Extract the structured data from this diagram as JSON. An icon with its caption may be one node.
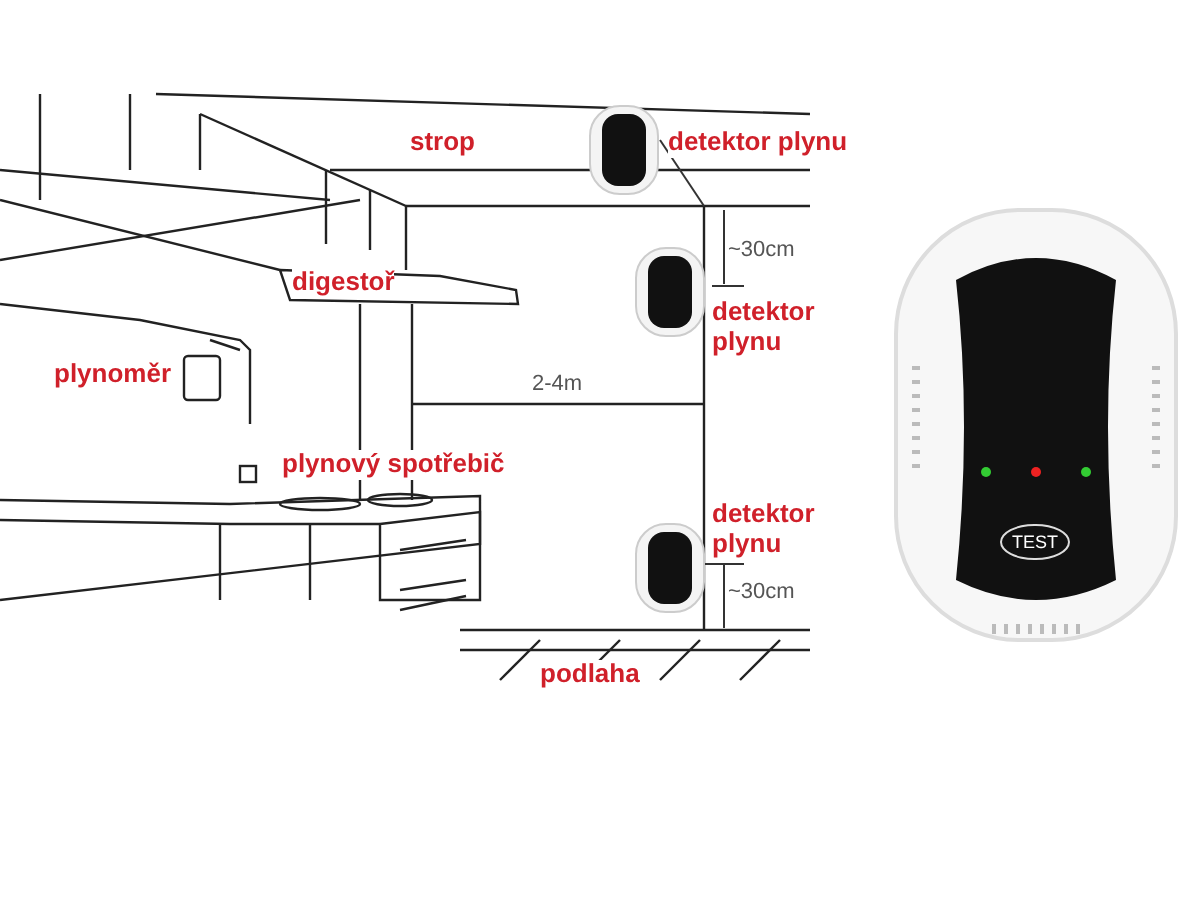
{
  "diagram": {
    "labels": [
      "strop",
      "detektor plynu",
      "digestoř",
      "plynoměr",
      "plynový spotřebič",
      "2-4m",
      "~30cm",
      "detektor plynu",
      "detektor plynu",
      "~30cm",
      "podlaha",
      "TEST"
    ]
  }
}
